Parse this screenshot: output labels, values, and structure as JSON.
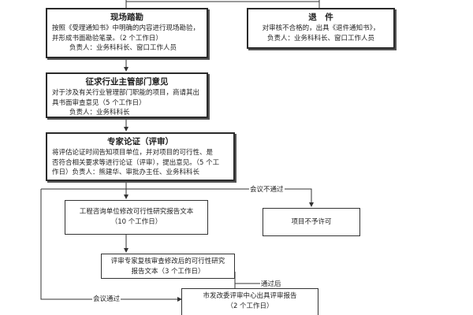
{
  "nodes": {
    "survey": {
      "title": "现场踏勘",
      "lines": [
        "按照《受理通知书》中明确的内容进行现场勘验，",
        "并形成书面勘验笔录。（2 个工作日）",
        "负责人：业务科科长、窗口工作人员"
      ]
    },
    "return": {
      "title": "退　件",
      "lines": [
        "对审核不合格的，出具《退件通知书》，",
        "负责人：业务科科长、窗口工作人员"
      ]
    },
    "industry": {
      "title": "征求行业主管部门意见",
      "lines": [
        "对于涉及有关行业管理部门职能的项目，商请其出",
        "具书面审查意见（5 个工作日）",
        "负责人：业务科科长"
      ]
    },
    "expert": {
      "title": "专家论证（评审）",
      "lines": [
        "将评估论证时间告知项目单位，并对项目的可行性、是",
        "否符合相关要求等进行论证（评审），提出意见。（5 个工",
        "作日）负责人：熊建华、审批办主任、业务科科长"
      ]
    },
    "revise": {
      "lines": [
        "工程咨询单位修改可行性研究报告文本",
        "（10 个工作日）"
      ]
    },
    "deny": {
      "lines": [
        "项目不予许可"
      ]
    },
    "review": {
      "lines": [
        "评审专家复核审查修改后的可行性研究",
        "报告文本（3 个工作日）"
      ]
    },
    "final": {
      "lines": [
        "市发改委评审中心出具评审报告",
        "（2 个工作日）"
      ]
    }
  },
  "edge_labels": {
    "not_passed": "会议不通过",
    "passed_after": "通过后",
    "meeting_passed": "会议通过"
  }
}
